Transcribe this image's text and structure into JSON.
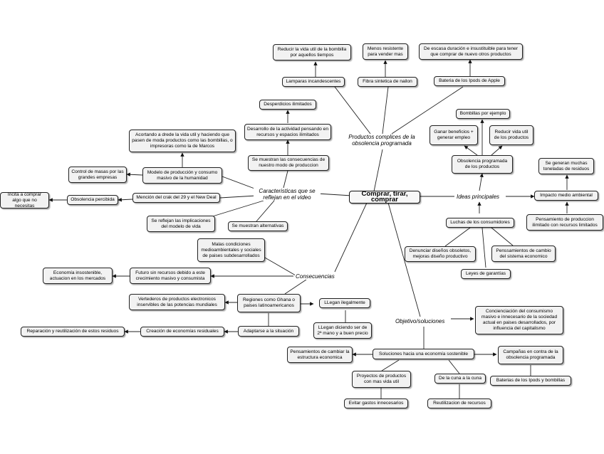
{
  "center": "Comprar, tirar, comprar",
  "labels": {
    "obsolencia": "Productos complices de la obsolencia programada",
    "caracteristicas": "Caracteristicas que se reflejan en el video",
    "ideas": "Ideas principales",
    "consecuencias": "Consecuencias",
    "objetivo": "Objetivo/soluciones"
  },
  "nodes": {
    "bombilla_vida": "Reducir la vida util de la bombilla por aquellos tiempos",
    "lamparas": "Lamparas incandescentes",
    "menos_resistente": "Menos resistente para vender mas",
    "fibra": "Fibra sintetica de nailon",
    "escasa_duracion": "De escasa duración e insustituible para tener que comprar de nuevo otros productos",
    "bateria_ipods": "Bateria de los Ipods de Apple",
    "desperdicios": "Desperdicios ilimitados",
    "desarrollo": "Desarrollo de la actividad pensando en recursos y espacios ilimitados",
    "consecuencias_modo": "Se muestran las consecuencias de nuestro modo de produccion",
    "acortando": "Acortando a drede la vida util y haciendo que pasen de moda productos como las bombillas, o impresoras como la de Marcos",
    "control_masas": "Control de masas por las grandes empresas",
    "modelo": "Modelo de producción y consumo masivo de la humanidad",
    "incita": "Incita a comprar algo que no necesitas",
    "obs_percibida": "Obsolencia percibida",
    "crak": "Mención del crak del 29 y el New Deal",
    "implicaciones": "Se reflejan las implicaciones del modelo de vida",
    "alternativas": "Se muestran alternativas",
    "bombillas_ejemplo": "Bombillas por ejemplo",
    "ganar_beneficios": "Ganar beneficios + generar empleo",
    "reducir_vida": "Reducir vida util de los productos",
    "obs_programada": "Obsolencia programada de los productos",
    "toneladas": "Se generan muchas toneladas de residuos",
    "impacto": "Impacto medio ambiental",
    "pensamiento_prod": "Pensamiento de produccion ilimitado con recursos limitados",
    "luchas": "Luchas de los consumidores",
    "denunciar": "Denunciar diseños obsoletos, mejoras diseño productivo",
    "pensamientos_cambio": "Penssamientos de cambio del sistema economico",
    "leyes": "Leyes de garantías",
    "malas_condiciones": "Malas condiciones medioambientales y sociales de paises subdesarrollados",
    "economia_insostenible": "Economía insostenible, actuacion en los mercados",
    "futuro": "Futuro sin recursos debido a este crecimiento masivo y consumista",
    "vertederos": "Vertederos de productos electronicos inservibles de las potencias mundiales",
    "regiones": "Regiones como Ghana o paises latinoamericanos",
    "llegan_ilegal": "LLegan ilegalmente",
    "segunda_mano": "LLegan diciendo ser de 2ª mano y a buen precio",
    "reparacion": "Reparación y reutilización de estos residuos",
    "economias_residuales": "Creación de economías residuales",
    "adaptarse": "Adaptarse a la situación",
    "concienciacion": "Concienciación del consumismo masivo e innecesario de la sociedad actual en paises desarrollados, por influencia del capitalismo",
    "pensamientos_estructura": "Pensamientos de cambiar la estructura economica",
    "soluciones": "Soluciones hacia una economía sostenible",
    "campanas": "Campañas en contra de la obsolencia programada",
    "baterias_ipods_bombillas": "Baterias de los Ipods y bombillas",
    "proyectos": "Proyectos de productos con mas vida util",
    "cuna": "De la cuna a la cuna",
    "evitar_gastos": "Evitar gastos innecesarios",
    "reutilizacion": "Reutilizacion de recursos"
  }
}
